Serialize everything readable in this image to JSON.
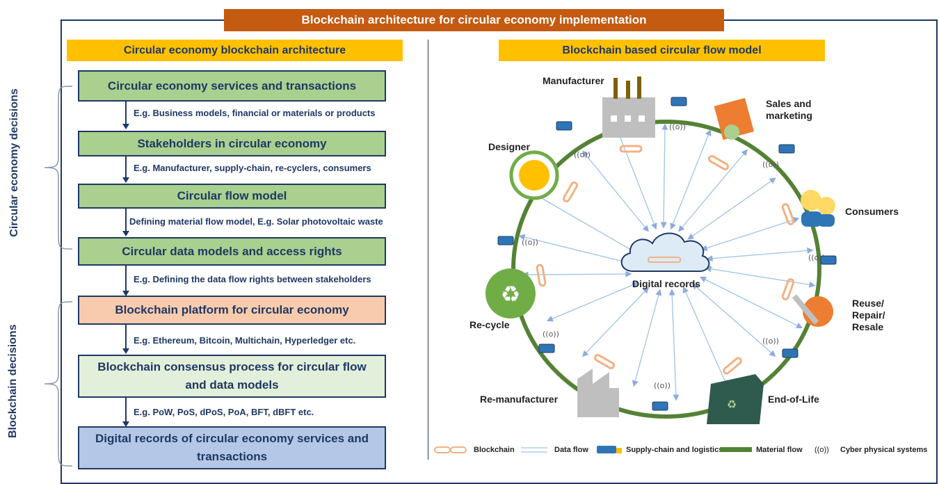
{
  "title": "Blockchain architecture for circular economy implementation",
  "left": {
    "heading": "Circular economy blockchain architecture",
    "side_labels": {
      "top": "Circular economy decisions",
      "bottom": "Blockchain decisions"
    },
    "boxes": [
      {
        "label": "Circular economy services and transactions"
      },
      {
        "label": "Stakeholders in circular economy"
      },
      {
        "label": "Circular flow model"
      },
      {
        "label": "Circular data models and access rights"
      },
      {
        "label": "Blockchain platform for circular economy"
      },
      {
        "label": "Blockchain consensus process for circular flow and data models"
      },
      {
        "label": "Digital records of circular economy services and transactions"
      }
    ],
    "notes": [
      "E.g. Business models, financial or materials or products",
      "E.g. Manufacturer, supply-chain, re-cyclers, consumers",
      "Defining material flow model, E.g. Solar photovoltaic waste",
      "E.g. Defining the data flow rights between stakeholders",
      "E.g. Ethereum, Bitcoin, Multichain, Hyperledger etc.",
      "E.g. PoW, PoS, dPoS, PoA, BFT, dBFT etc."
    ]
  },
  "right": {
    "heading": "Blockchain based circular flow model",
    "center": "Digital records",
    "nodes": {
      "manufacturer": "Manufacturer",
      "sales": "Sales and marketing",
      "consumers": "Consumers",
      "reuse": "Reuse/ Repair/ Resale",
      "eol": "End-of-Life",
      "remanufacturer": "Re-manufacturer",
      "recycle": "Re-cycle",
      "designer": "Designer"
    },
    "legend": {
      "blockchain": "Blockchain",
      "dataflow": "Data flow",
      "supply": "Supply-chain and logistics",
      "material": "Material flow",
      "cps": "Cyber physical systems",
      "cps_symbol": "((o))"
    }
  },
  "colors": {
    "navy": "#1f3864",
    "orange": "#c55a11",
    "amber": "#ffc000",
    "green_box": "#a9d08e",
    "peach_box": "#f8cbad",
    "blue_box": "#b4c7e7",
    "ring": "#548235"
  }
}
